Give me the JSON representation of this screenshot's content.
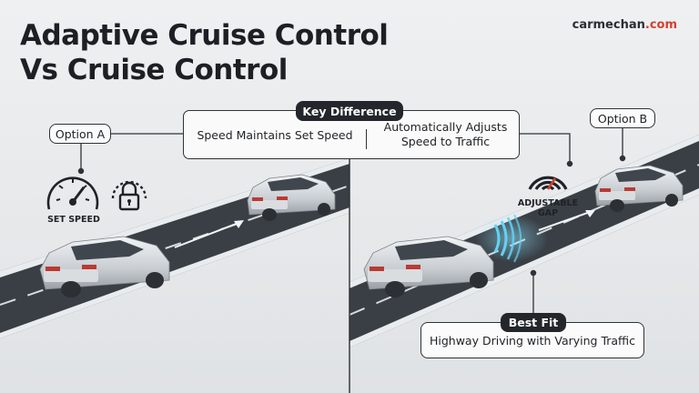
{
  "title": {
    "line1": "Adaptive Cruise Control",
    "line2": "Vs Cruise Control"
  },
  "brand": {
    "name": "carmechan",
    "suffix": ".com",
    "accent_color": "#d2402e"
  },
  "key_difference": {
    "label": "Key Difference",
    "left_text": "Speed Maintains Set Speed",
    "right_text": "Automatically Adjusts Speed to Traffic"
  },
  "option_a": {
    "label": "Option A",
    "set_speed_label": "SET SPEED",
    "icons": [
      "speedometer-icon",
      "lock-icon"
    ]
  },
  "option_b": {
    "label": "Option B",
    "gap_label": "ADJUSTABLE GAP",
    "icons": [
      "signal-icon"
    ]
  },
  "best_fit": {
    "label": "Best Fit",
    "text": "Highway Driving with Varying Traffic"
  },
  "colors": {
    "road": "#3b4046",
    "car": "#cfd3d7",
    "radar": "#5fd0f0",
    "text": "#1c1f24"
  }
}
